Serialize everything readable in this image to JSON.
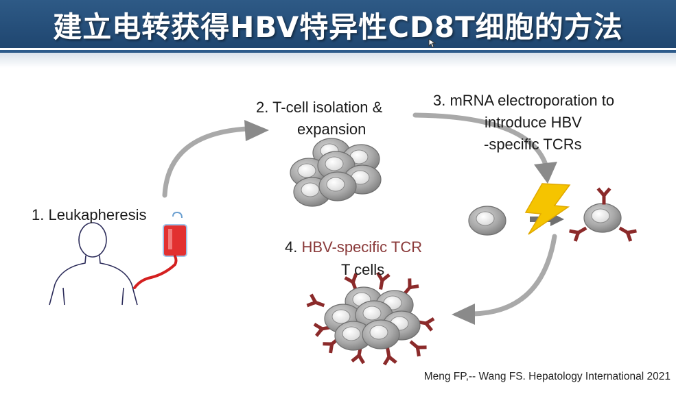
{
  "header": {
    "title": "建立电转获得HBV特异性CD8T细胞的方法"
  },
  "steps": {
    "step1": {
      "label": "1. Leukapheresis"
    },
    "step2": {
      "line1": "2. T-cell isolation &",
      "line2": "expansion"
    },
    "step3": {
      "line1": "3. mRNA electroporation to",
      "line2": "introduce HBV",
      "line3": "-specific TCRs"
    },
    "step4": {
      "prefix": "4. ",
      "highlight": "HBV-specific TCR",
      "line2": "T cells"
    }
  },
  "citation": "Meng FP,-- Wang FS. Hepatology International 2021",
  "colors": {
    "banner": "#2a5483",
    "highlight_text": "#8a3a3a",
    "tcr_receptor": "#8b2a2a",
    "blood_bag": "#e23030",
    "lightning": "#f5c400",
    "cell_gray": "#a9a9a9",
    "arrow_gray": "#8c8c8c"
  },
  "icons": [
    "person-outline-icon",
    "blood-bag-icon",
    "lightning-bolt-icon",
    "cursor-icon"
  ]
}
